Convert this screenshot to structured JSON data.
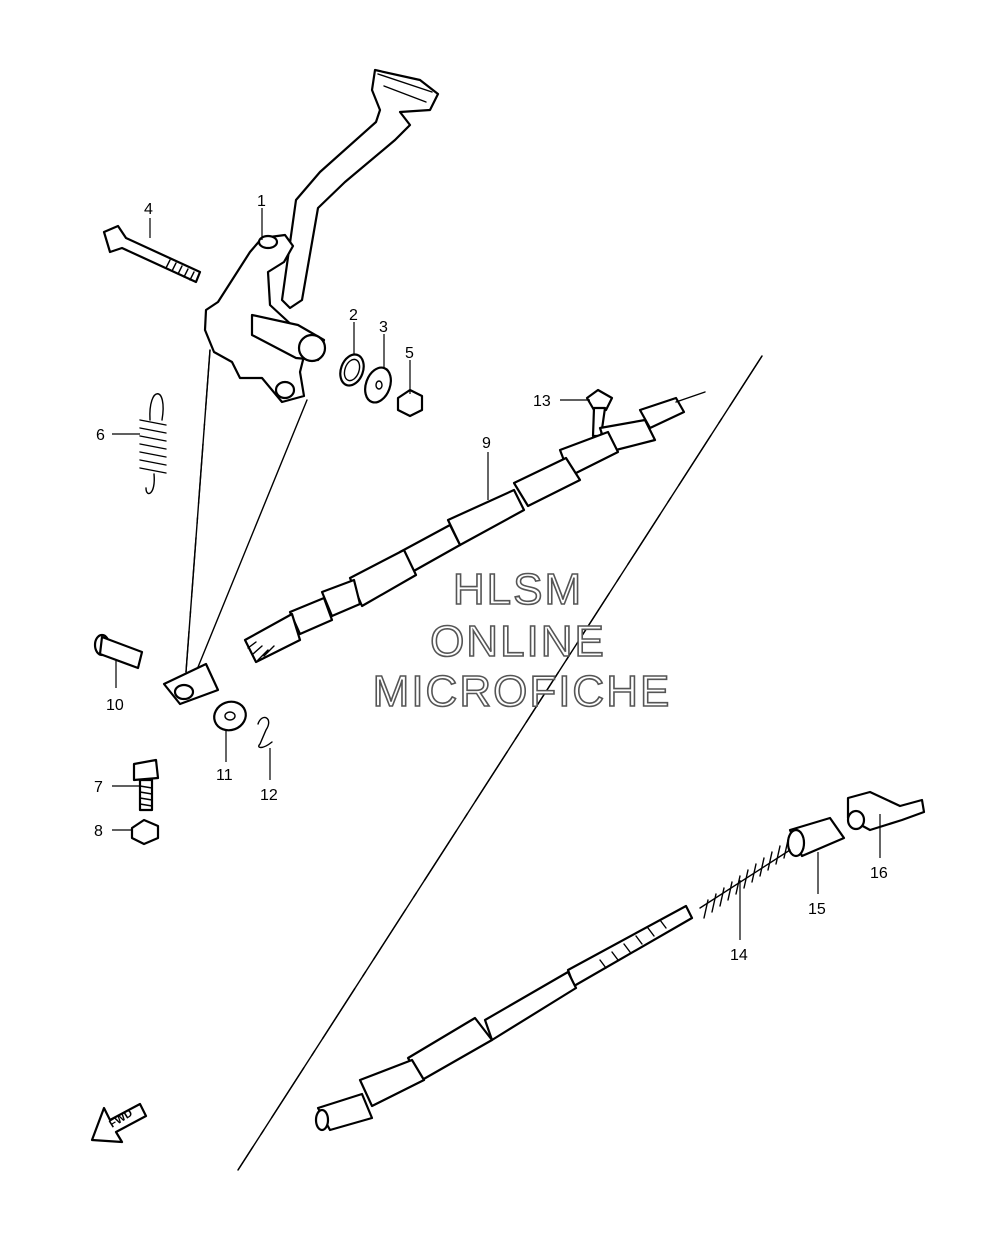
{
  "watermark": {
    "line1": "HLSM",
    "line2": "ONLINE",
    "line3": "MICROFICHE"
  },
  "direction_arrow": "FWD",
  "callouts": [
    {
      "id": "c1",
      "label": "1"
    },
    {
      "id": "c2",
      "label": "2"
    },
    {
      "id": "c3",
      "label": "3"
    },
    {
      "id": "c4",
      "label": "4"
    },
    {
      "id": "c5",
      "label": "5"
    },
    {
      "id": "c6",
      "label": "6"
    },
    {
      "id": "c7",
      "label": "7"
    },
    {
      "id": "c8",
      "label": "8"
    },
    {
      "id": "c9",
      "label": "9"
    },
    {
      "id": "c10",
      "label": "10"
    },
    {
      "id": "c11",
      "label": "11"
    },
    {
      "id": "c12",
      "label": "12"
    },
    {
      "id": "c13",
      "label": "13"
    },
    {
      "id": "c14",
      "label": "14"
    },
    {
      "id": "c15",
      "label": "15"
    },
    {
      "id": "c16",
      "label": "16"
    }
  ]
}
